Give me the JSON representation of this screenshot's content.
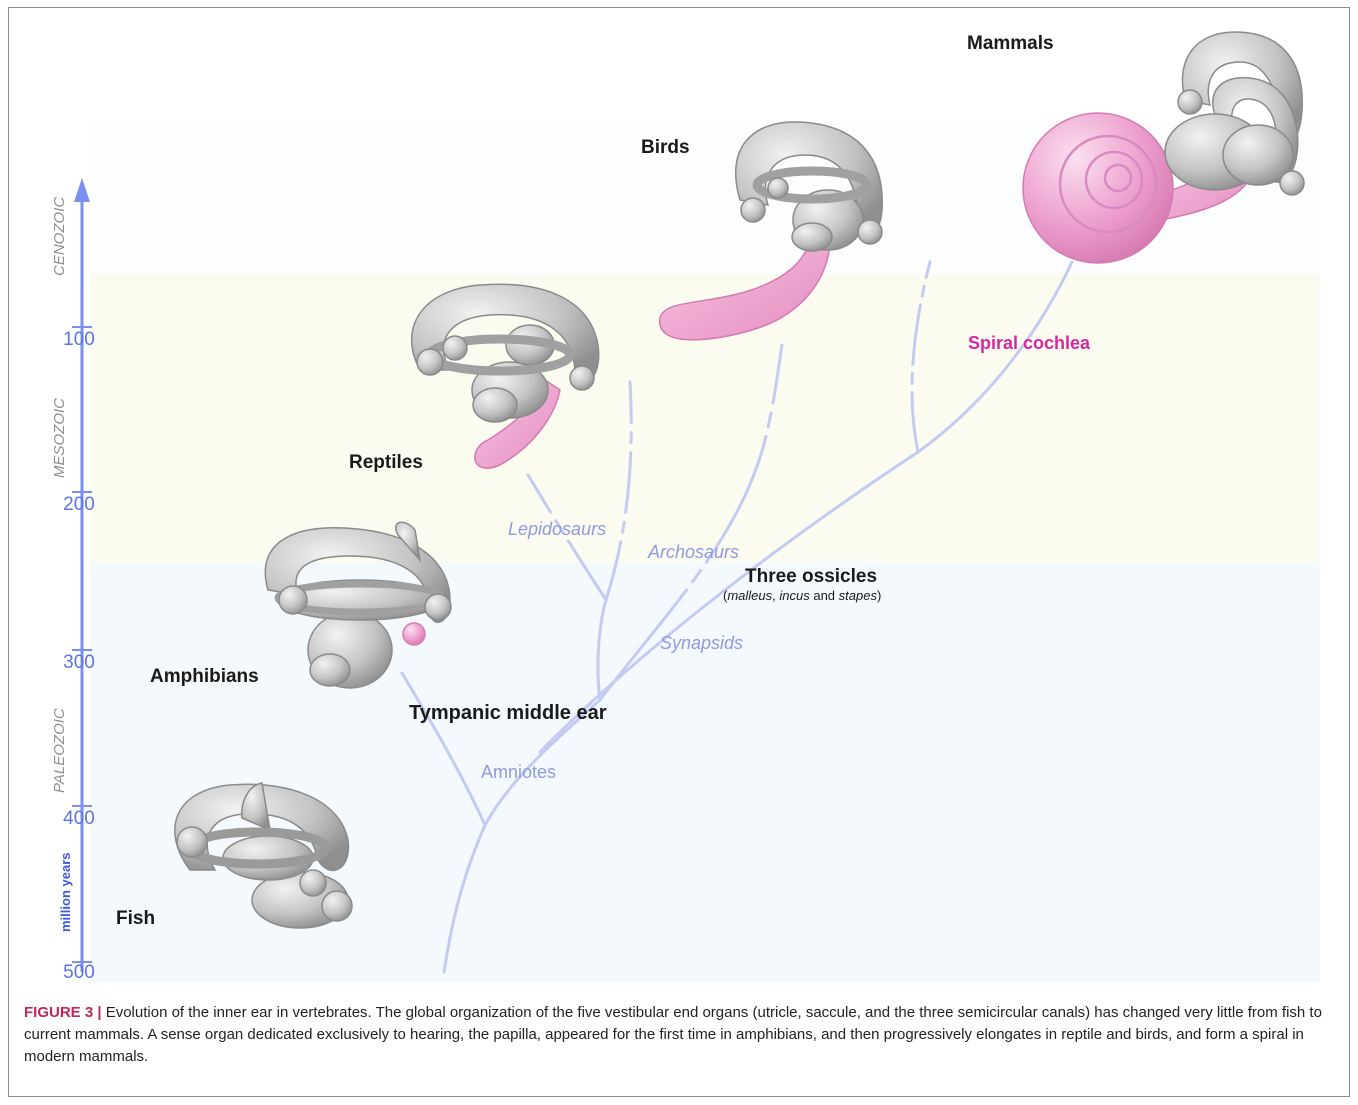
{
  "timeline": {
    "unit_label": "million years",
    "ticks": [
      "100",
      "200",
      "300",
      "400",
      "500"
    ],
    "eras": [
      "CENOZOIC",
      "MESOZOIC",
      "PALEOZOIC"
    ]
  },
  "groups": {
    "mammals": "Mammals",
    "birds": "Birds",
    "reptiles": "Reptiles",
    "amphibians": "Amphibians",
    "fish": "Fish"
  },
  "branches": {
    "lepidosaurs": "Lepidosaurs",
    "archosaurs": "Archosaurs",
    "synapsids": "Synapsids",
    "amniotes": "Amniotes"
  },
  "events": {
    "spiral_cochlea": "Spiral cochlea",
    "three_ossicles": "Three ossicles",
    "ossicles_malleus": "malleus",
    "ossicles_sep1": ", ",
    "ossicles_incus": "incus",
    "ossicles_sep2": " and ",
    "ossicles_stapes": "stapes",
    "tympanic": "Tympanic middle ear"
  },
  "caption": {
    "label": "FIGURE 3 |",
    "text": " Evolution of the inner ear in vertebrates. The global organization of the five vestibular end organs (utricle, saccule, and the three semicircular canals) has changed very little from fish to current mammals. A sense organ dedicated exclusively to hearing, the papilla, appeared for the first time in amphibians, and then progressively elongates in reptile and birds, and form a spiral in modern mammals."
  },
  "colors": {
    "axis": "#7b8ff0",
    "era_label": "#8e8e8e",
    "branch_line": "#c3cbf3",
    "branch_label": "#8f9ae0",
    "cochlea": "#e9a0cc",
    "cochlea_label": "#d6289f",
    "bone": "#c9c9c9",
    "band_mesozoic": "#fbfbf0",
    "band_paleozoic": "#f3f9fc",
    "caption_label": "#c0265a"
  }
}
